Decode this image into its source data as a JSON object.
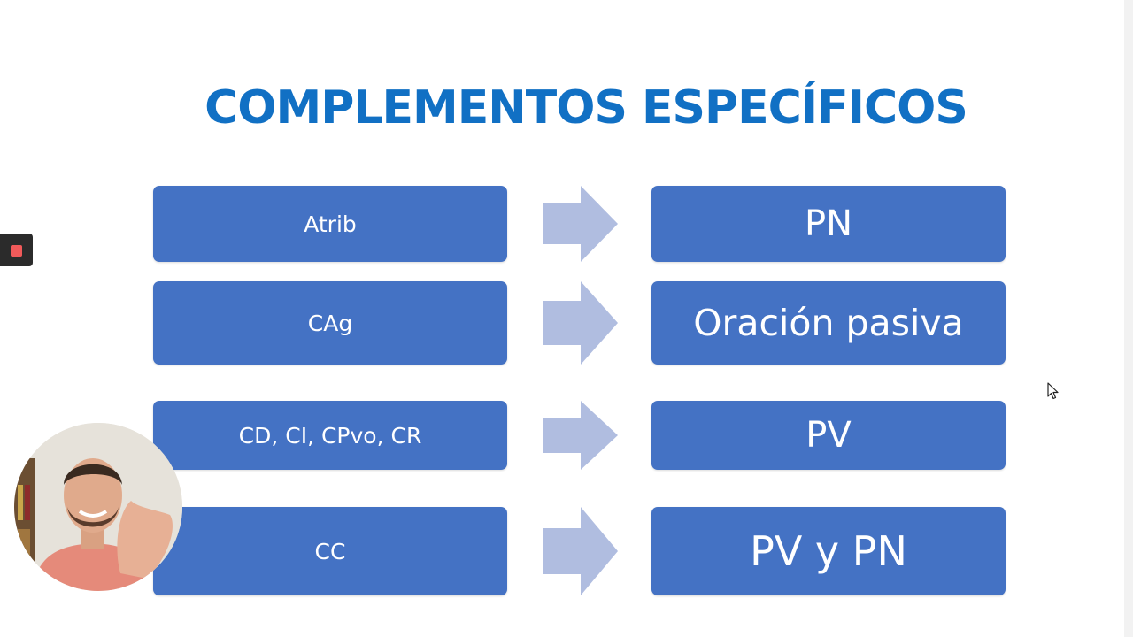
{
  "colors": {
    "title": "#1170c4",
    "box": "#4472c4",
    "arrow": "#b0bde0",
    "record": "#f15a5a"
  },
  "slide": {
    "title": "COMPLEMENTOS ESPECÍFICOS",
    "rows": [
      {
        "left": "Atrib",
        "right": "PN"
      },
      {
        "left": "CAg",
        "right": "Oración pasiva"
      },
      {
        "left": "CD, CI, CPvo, CR",
        "right": "PV"
      },
      {
        "left": "CC",
        "right": "PV y PN"
      }
    ]
  },
  "icons": {
    "record": "record-stop-icon",
    "cursor": "mouse-pointer-icon",
    "arrow": "arrow-right-icon"
  }
}
